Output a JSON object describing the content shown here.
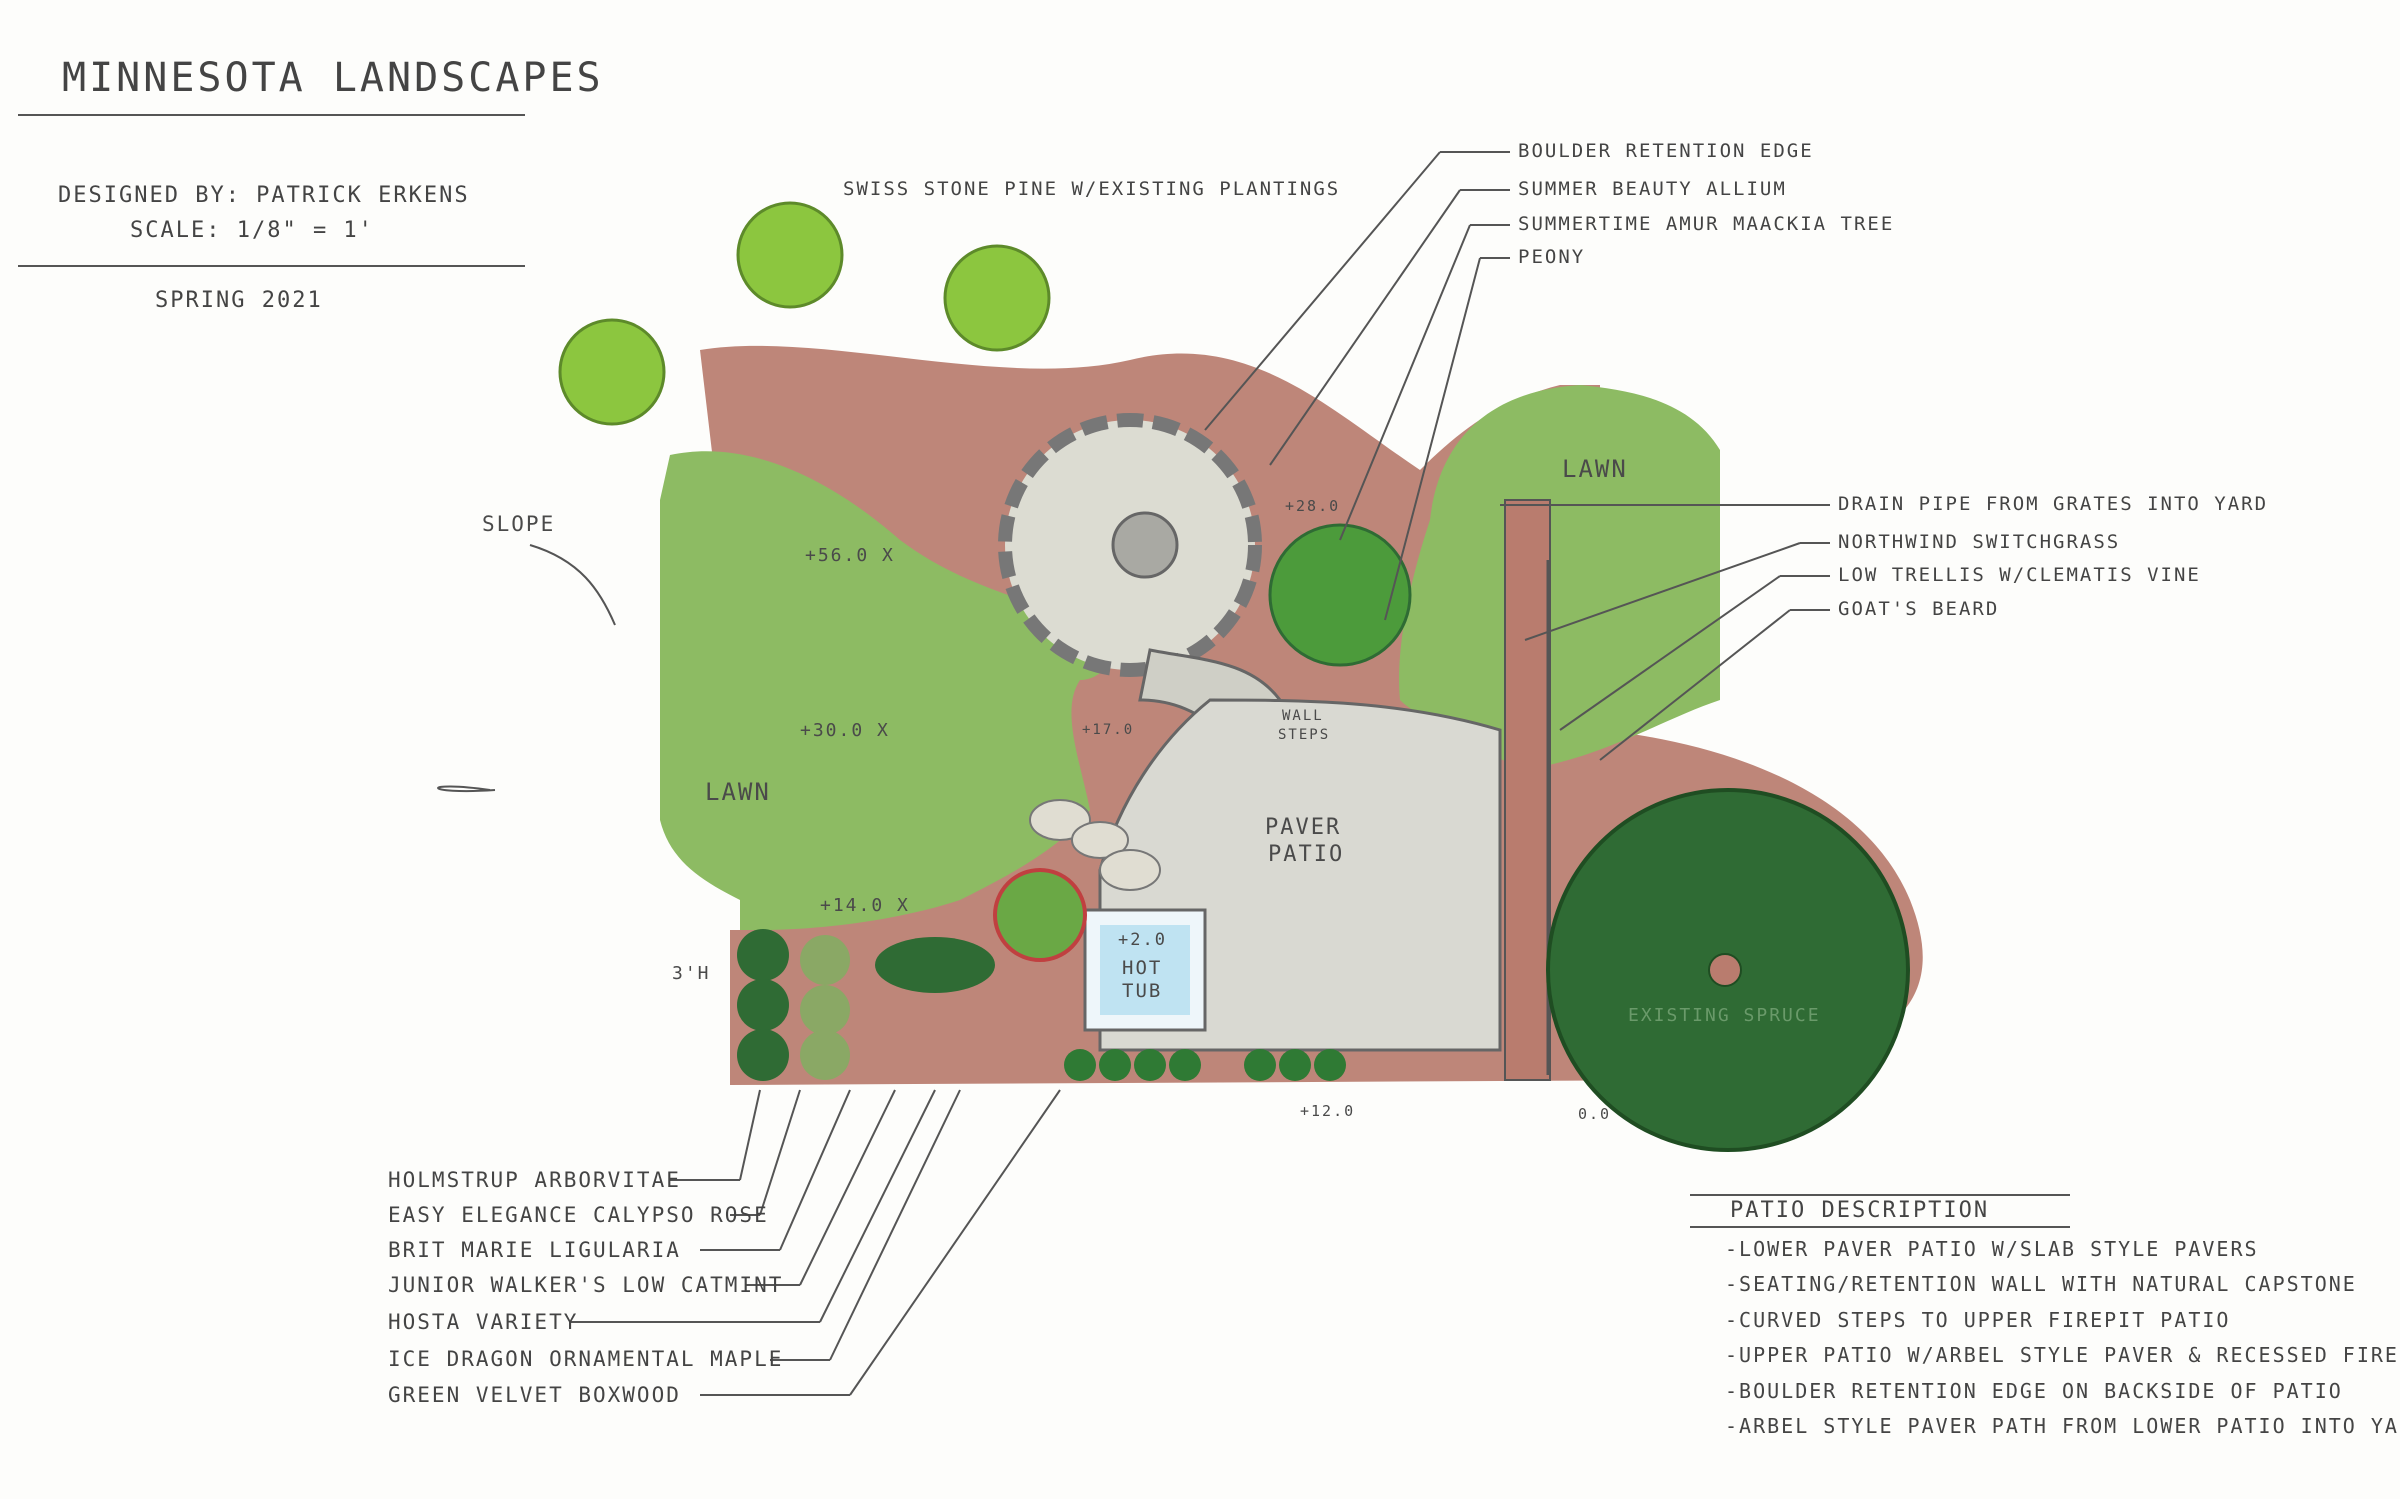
{
  "header": {
    "company": "Minnesota Landscapes",
    "designer": "Designed by: Patrick Erkens",
    "scale": "Scale: 1/8\" = 1'",
    "season": "Spring 2021"
  },
  "callouts_top": [
    "Boulder Retention Edge",
    "Summer Beauty Allium",
    "Summertime Amur Maackia Tree",
    "Peony"
  ],
  "callouts_right": [
    "Drain pipe from grates into yard",
    "Northwind Switchgrass",
    "Low trellis w/clematis vine",
    "Goat's Beard"
  ],
  "swiss_stone_pine": "Swiss stone pine w/existing plantings",
  "plant_list": [
    "Holmstrup Arborvitae",
    "Easy Elegance Calypso Rose",
    "Brit Marie Ligularia",
    "Junior Walker's Low Catmint",
    "Hosta Variety",
    "Ice Dragon Ornamental Maple",
    "Green Velvet Boxwood"
  ],
  "patio_description": {
    "heading": "Patio Description",
    "items": [
      "-Lower paver patio w/slab style pavers",
      "-Seating/retention wall with natural capstone",
      "-Curved steps to upper firepit patio",
      "-Upper patio w/arbel style paver & recessed firepit",
      "-Boulder retention edge on backside of patio",
      "-Arbel style paver path from lower patio into yard"
    ]
  },
  "plan_labels": {
    "slope": "Slope",
    "lawn_left": "Lawn",
    "lawn_right": "Lawn",
    "paver_patio_1": "Paver",
    "paver_patio_2": "Patio",
    "hot_tub_1": "Hot",
    "hot_tub_2": "Tub",
    "hot_tub_elev": "+2.0",
    "wall_steps_1": "Wall",
    "wall_steps_2": "Steps",
    "existing_spruce": "Existing Spruce",
    "elev_56": "+56.0 x",
    "elev_30": "+30.0 x",
    "elev_28": "+28.0",
    "elev_17": "+17.0",
    "elev_14": "+14.0 x",
    "elev_12": "+12.0",
    "elev_0": "0.0",
    "height_3": "3'H"
  },
  "colors": {
    "lawn": "#8dbb63",
    "mulch": "#b97c6e",
    "spruce": "#2f6b34",
    "pine": "#8cc63f",
    "paver": "#d9d9d2",
    "hot_tub_water": "#bfe3f2"
  }
}
